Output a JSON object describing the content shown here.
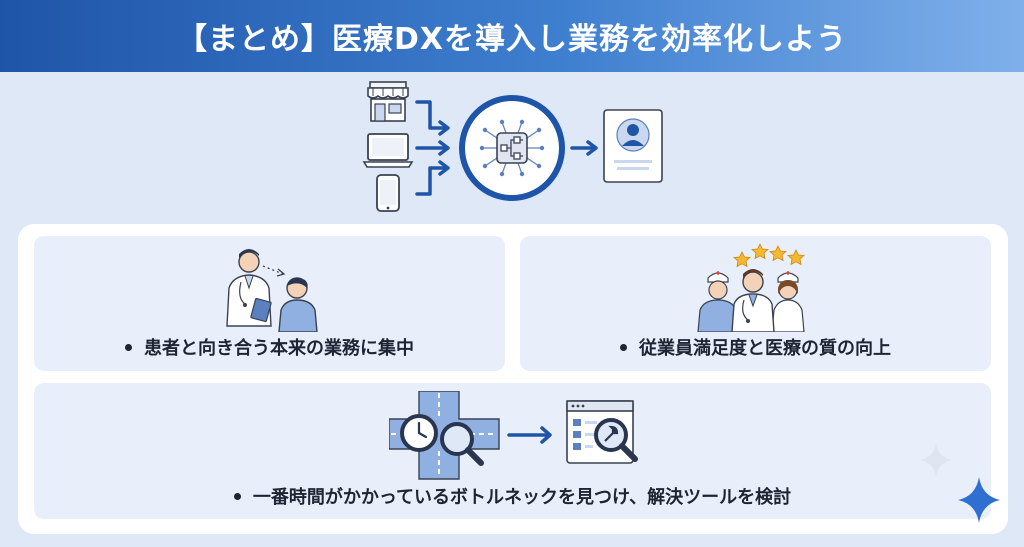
{
  "title": "【まとめ】医療DXを導入し業務を効率化しよう",
  "cards": [
    {
      "label": "患者と向き合う本来の業務に集中"
    },
    {
      "label": "従業員満足度と医療の質の向上"
    },
    {
      "label": "一番時間がかかっているボトルネックを見つけ、解決ツールを検討"
    }
  ],
  "colors": {
    "primary": "#1f55a8",
    "accent": "#3f7fd0",
    "card_bg": "#e9effa",
    "star": "#f5b82e"
  },
  "icons": {
    "inputs": [
      "store-icon",
      "laptop-icon",
      "smartphone-icon"
    ],
    "hub": "data-hub-icon",
    "output": "patient-profile-icon"
  }
}
